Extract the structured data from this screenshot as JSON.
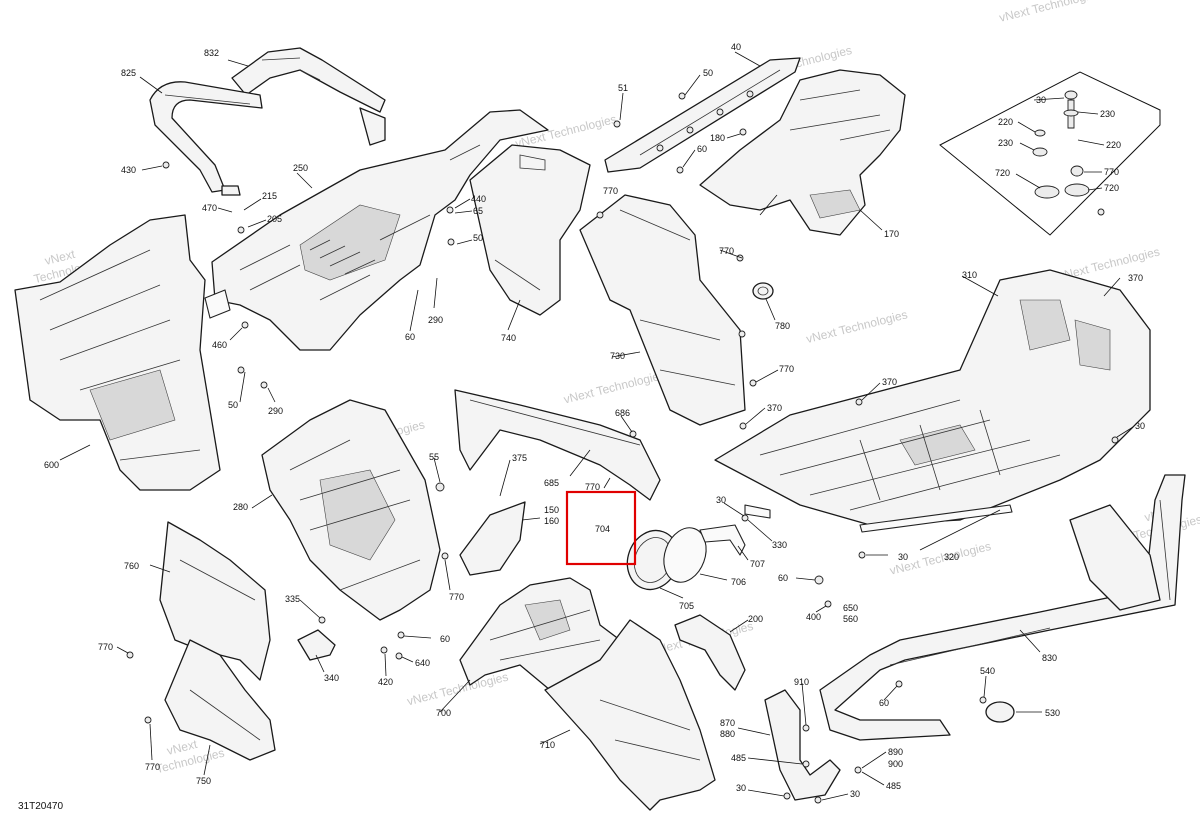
{
  "diagram": {
    "reference_code": "31T20470",
    "watermark_lines": [
      "vNext",
      "Technologies",
      "vNext Technologies"
    ],
    "highlight_color": "#e00000",
    "highlighted_part": "704",
    "callouts": {
      "c832": "832",
      "c825": "825",
      "c430": "430",
      "c470": "470",
      "c215": "215",
      "c205": "205",
      "c250": "250",
      "c440": "440",
      "c65": "65",
      "c50a": "50",
      "c290a": "290",
      "c60a": "60",
      "c460": "460",
      "c50b": "50",
      "c290b": "290",
      "c600": "600",
      "c51": "51",
      "c50c": "50",
      "c40": "40",
      "c180": "180",
      "c60b": "60",
      "c740": "740",
      "c770a": "770",
      "c770b": "770",
      "c780": "780",
      "c730": "730",
      "c770c": "770",
      "c170": "170",
      "c30a": "30",
      "c220a": "220",
      "c230a": "230",
      "c230b": "230",
      "c220b": "220",
      "c720a": "720",
      "c770d": "770",
      "c720b": "720",
      "c310": "310",
      "c370a": "370",
      "c370b": "370",
      "c370c": "370",
      "c30b": "30",
      "c686": "686",
      "c55": "55",
      "c375": "375",
      "c685": "685",
      "c770e": "770",
      "c150": "150",
      "c160": "160",
      "c704": "704",
      "c707": "707",
      "c706": "706",
      "c705": "705",
      "c280": "280",
      "c770f": "770",
      "c30c": "30",
      "c330": "330",
      "c30d": "30",
      "c320": "320",
      "c60c": "60",
      "c400": "400",
      "c650": "650",
      "c560": "560",
      "c760": "760",
      "c335": "335",
      "c60d": "60",
      "c340": "340",
      "c640": "640",
      "c420": "420",
      "c770g": "770",
      "c770h": "770",
      "c750": "750",
      "c700": "700",
      "c200": "200",
      "c710": "710",
      "c910": "910",
      "c870": "870",
      "c880": "880",
      "c485a": "485",
      "c890": "890",
      "c900": "900",
      "c485b": "485",
      "c30e": "30",
      "c30f": "30",
      "c830": "830",
      "c540": "540",
      "c60e": "60",
      "c530": "530"
    }
  }
}
